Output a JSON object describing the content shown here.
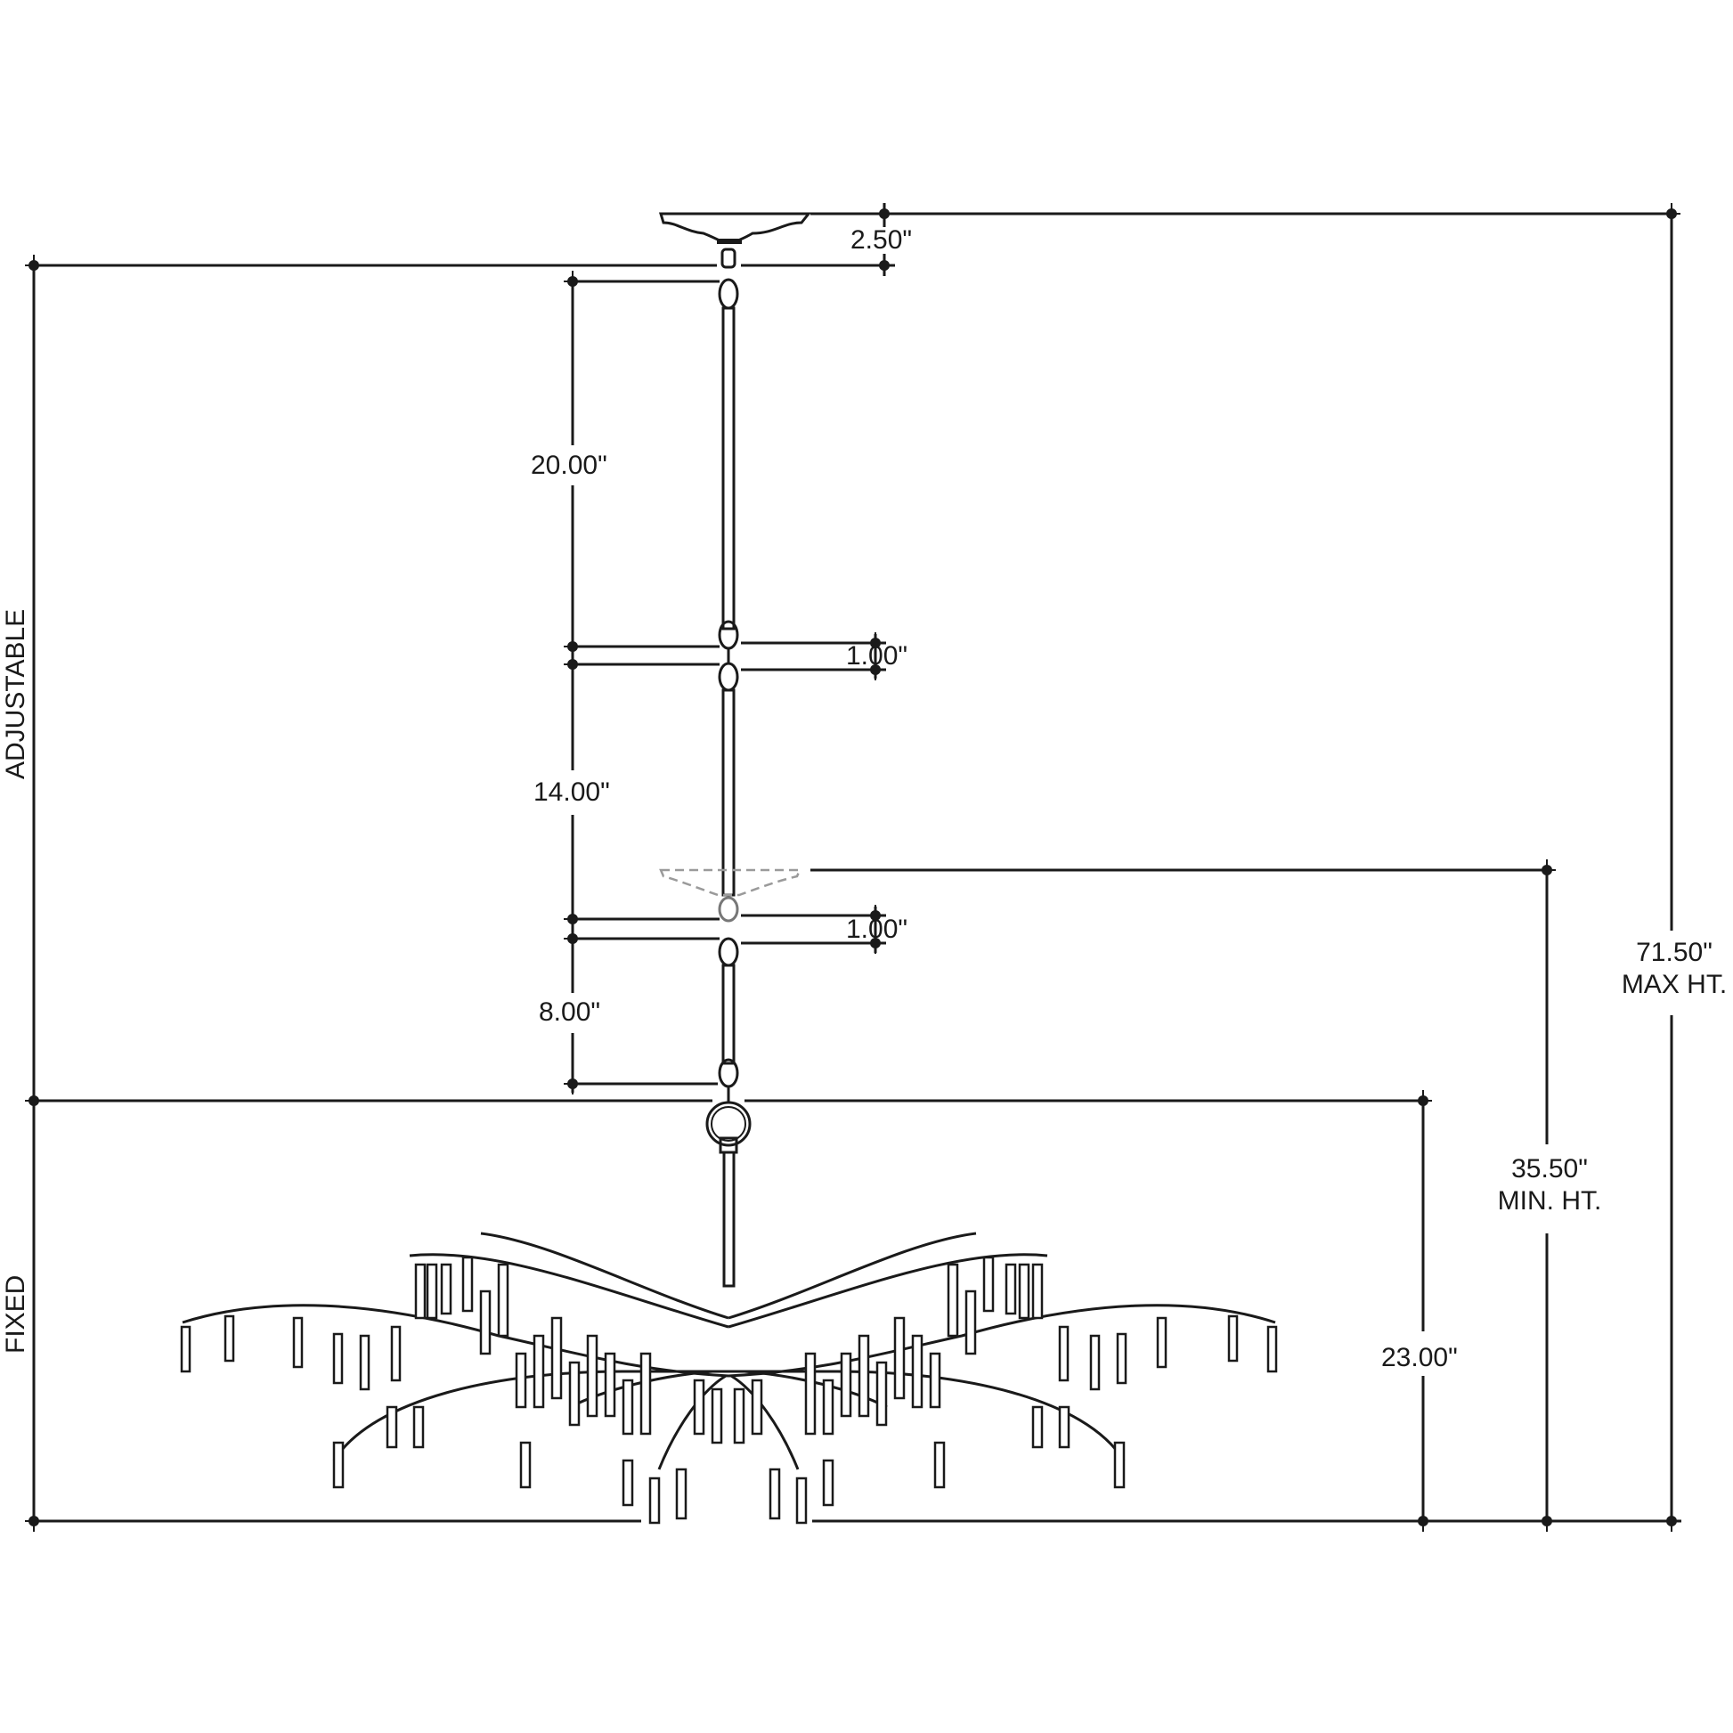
{
  "drawing": {
    "subject": "Chandelier dimension drawing",
    "section_labels": {
      "adjustable": "ADJUSTABLE",
      "fixed": "FIXED"
    },
    "dimensions": {
      "canopy_height": "2.50\"",
      "rod_1": "20.00\"",
      "link_1": "1.00\"",
      "rod_2": "14.00\"",
      "link_2": "1.00\"",
      "rod_3": "8.00\"",
      "fixture_height": "23.00\"",
      "min_height_value": "35.50\"",
      "min_height_label": "MIN. HT.",
      "max_height_value": "71.50\"",
      "max_height_label": "MAX HT."
    },
    "colors": {
      "line": "#1a1a1a",
      "dashed_canopy": "#9a9a9a",
      "background": "#ffffff"
    }
  }
}
